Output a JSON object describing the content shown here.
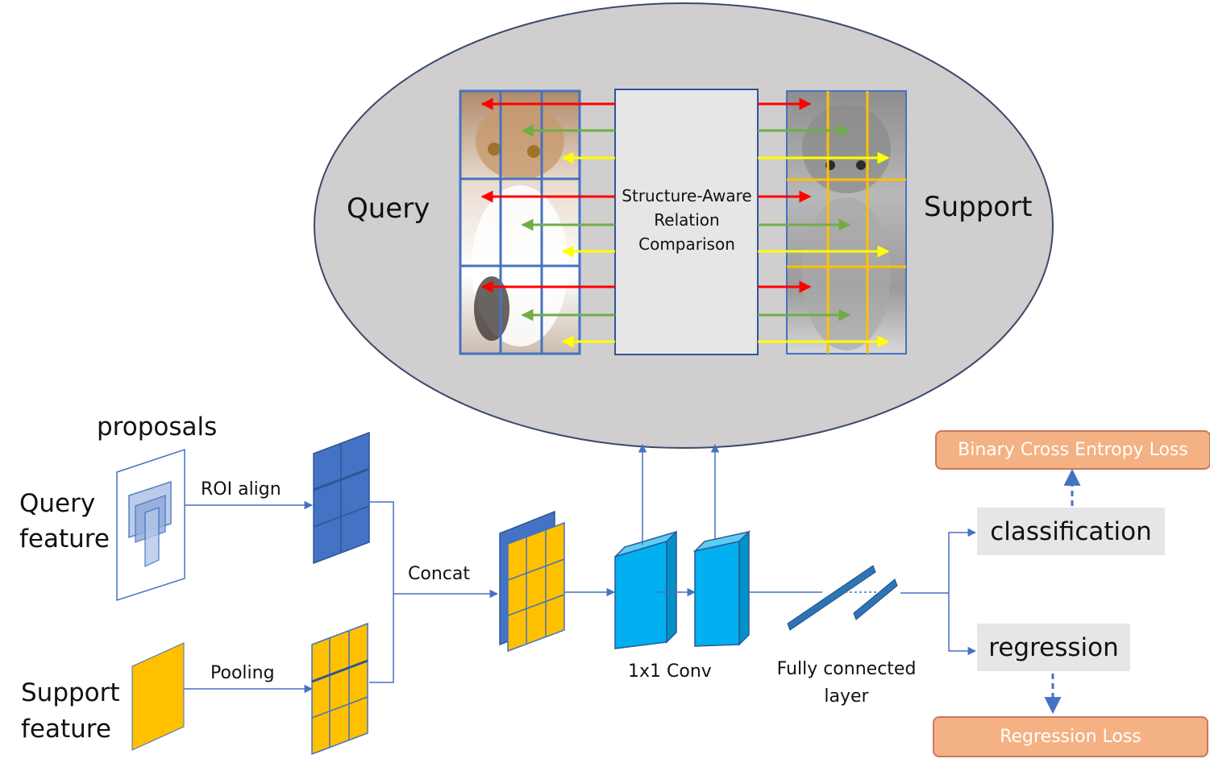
{
  "relation_module": {
    "query_label": "Query",
    "support_label": "Support",
    "center_box": [
      "Structure-Aware",
      "Relation",
      "Comparison"
    ]
  },
  "inputs": {
    "proposals_label": "proposals",
    "query_feature_label": [
      "Query",
      "feature"
    ],
    "support_feature_label": [
      "Support",
      "feature"
    ],
    "roi_align_label": "ROI align",
    "pooling_label": "Pooling"
  },
  "pipeline": {
    "concat_label": "Concat",
    "conv_label": "1x1 Conv",
    "fc_label": [
      "Fully connected",
      "layer"
    ]
  },
  "outputs": {
    "classification_label": "classification",
    "regression_label": "regression",
    "bce_loss_label": "Binary Cross Entropy Loss",
    "regression_loss_label": "Regression Loss"
  },
  "colors": {
    "ellipse_fill": "#d0cece",
    "blue_feature": "#4472c4",
    "yellow_feature": "#ffc000",
    "cyan_conv": "#00b0f0",
    "arrow_red": "#ff0000",
    "arrow_green": "#70ad47",
    "arrow_yellow": "#ffff00",
    "loss_orange": "#f4b183"
  }
}
